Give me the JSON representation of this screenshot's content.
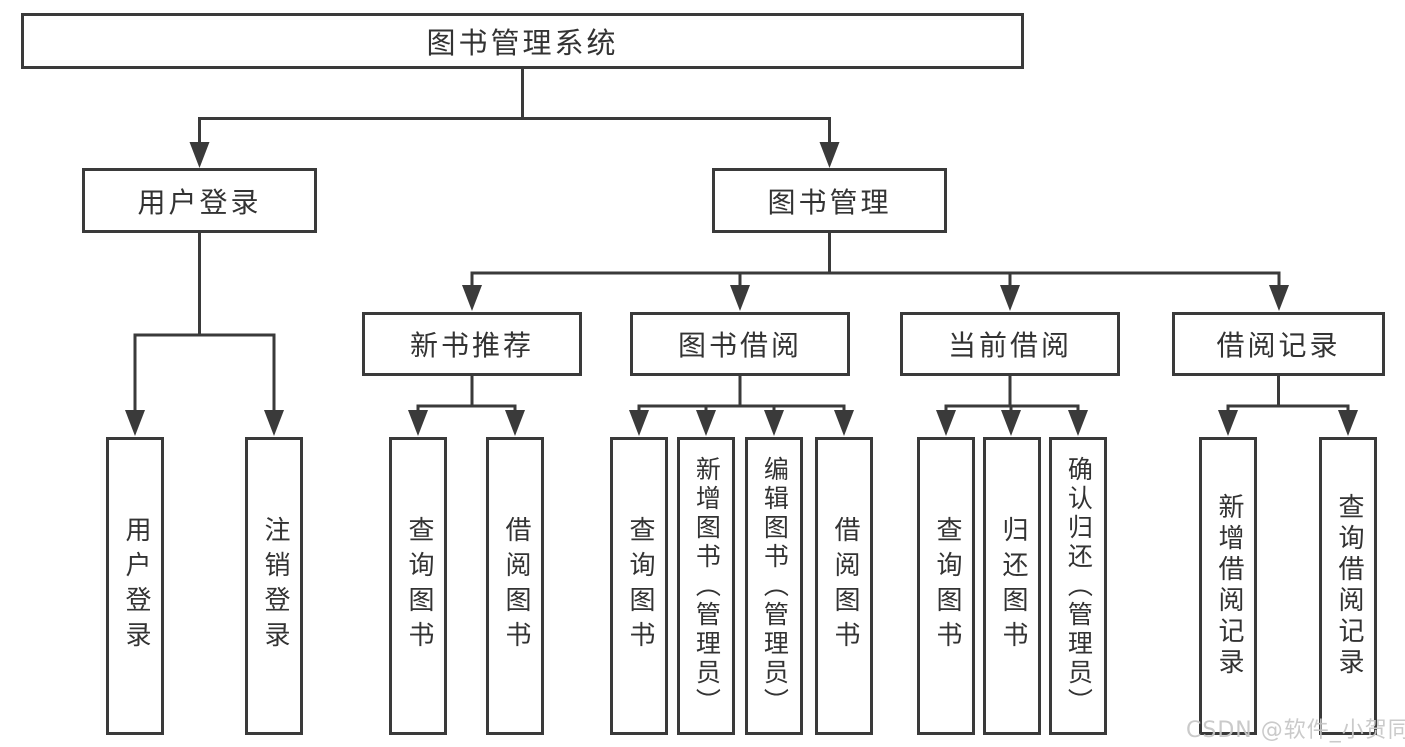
{
  "diagram": {
    "root": {
      "label": "图书管理系统"
    },
    "level2": [
      {
        "label": "用户登录"
      },
      {
        "label": "图书管理"
      }
    ],
    "level3": [
      {
        "label": "新书推荐"
      },
      {
        "label": "图书借阅"
      },
      {
        "label": "当前借阅"
      },
      {
        "label": "借阅记录"
      }
    ],
    "leaves": {
      "user_login": [
        "用户登录",
        "注销登录"
      ],
      "new_book": [
        "查询图书",
        "借阅图书"
      ],
      "borrow": [
        "查询图书",
        "新增图书（管理员）",
        "编辑图书（管理员）",
        "借阅图书"
      ],
      "current": [
        "查询图书",
        "归还图书",
        "确认归还（管理员）"
      ],
      "records": [
        "新增借阅记录",
        "查询借阅记录"
      ]
    }
  },
  "watermark": {
    "text": "CSDN @软件_小贺同学"
  },
  "colors": {
    "line": "#3a3a3a",
    "text": "#333333",
    "box_background": "#ffffff",
    "watermark": "#c8c8c8",
    "background": "#ffffff"
  }
}
